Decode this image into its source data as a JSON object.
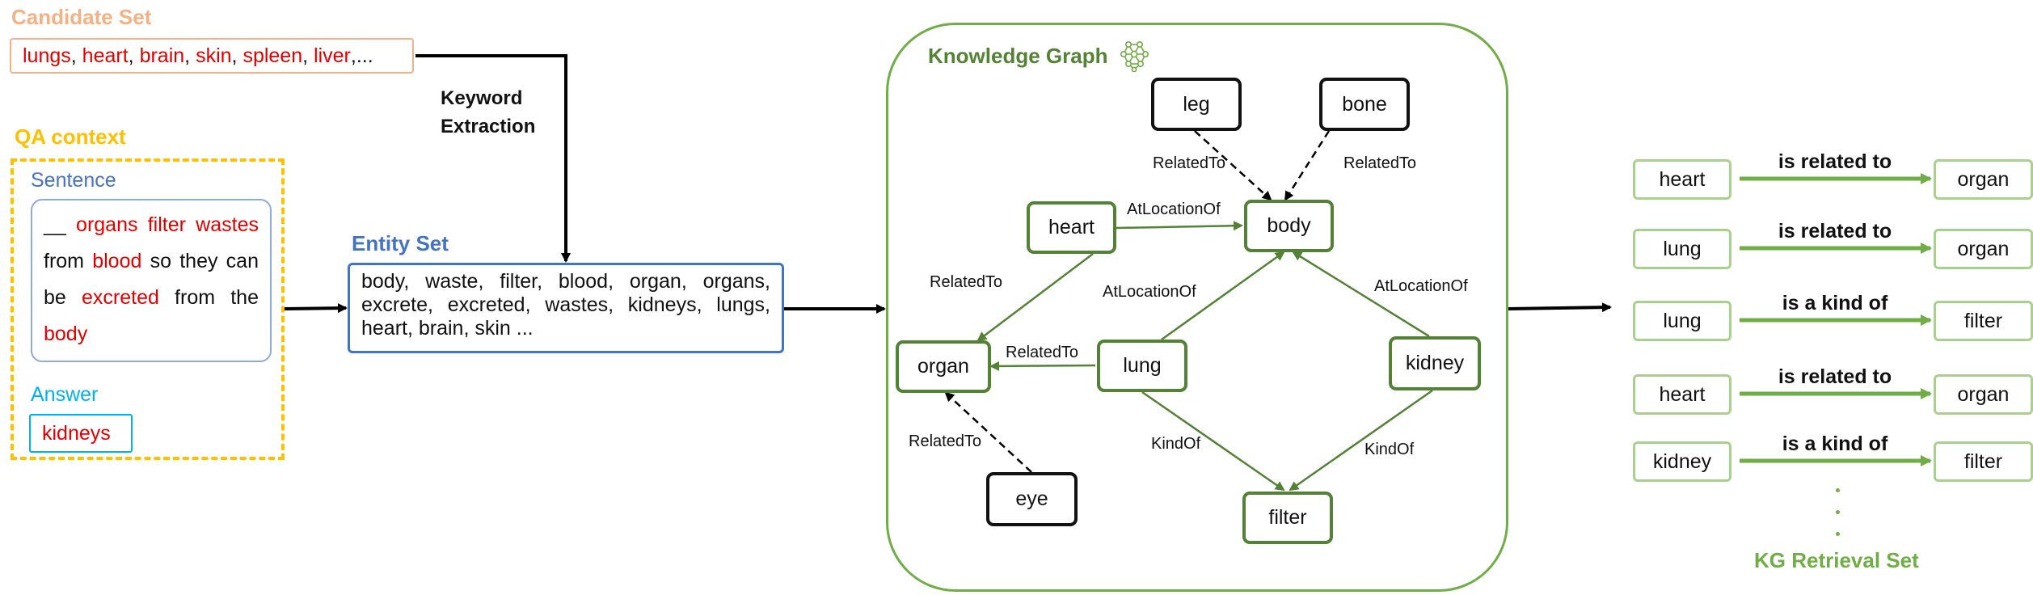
{
  "candidate_set": {
    "title": "Candidate Set",
    "items": [
      "lungs",
      "heart",
      "brain",
      "skin",
      "spleen",
      "liver"
    ],
    "ellipsis": "..."
  },
  "qa_context": {
    "title": "QA context",
    "sentence_title": "Sentence",
    "sentence_parts": [
      {
        "text": "__ ",
        "highlight": false
      },
      {
        "text": "organs filter wastes",
        "highlight": true
      },
      {
        "text": " from ",
        "highlight": false
      },
      {
        "text": "blood",
        "highlight": true
      },
      {
        "text": " so they can be ",
        "highlight": false
      },
      {
        "text": "excreted",
        "highlight": true
      },
      {
        "text": " from the ",
        "highlight": false
      },
      {
        "text": "body",
        "highlight": true
      }
    ],
    "answer_title": "Answer",
    "answer": "kidneys"
  },
  "keyword_extraction": {
    "line1": "Keyword",
    "line2": "Extraction"
  },
  "entity_set": {
    "title": "Entity Set",
    "text": "body, waste, filter, blood, organ, organs, excrete, excreted, wastes, kidneys, lungs, heart, brain, skin ..."
  },
  "knowledge_graph": {
    "title": "Knowledge Graph",
    "icon": "network-icon",
    "nodes": [
      {
        "id": "leg",
        "label": "leg",
        "style": "black"
      },
      {
        "id": "bone",
        "label": "bone",
        "style": "black"
      },
      {
        "id": "heart",
        "label": "heart",
        "style": "green"
      },
      {
        "id": "body",
        "label": "body",
        "style": "green"
      },
      {
        "id": "organ",
        "label": "organ",
        "style": "green"
      },
      {
        "id": "lung",
        "label": "lung",
        "style": "green"
      },
      {
        "id": "kidney",
        "label": "kidney",
        "style": "green"
      },
      {
        "id": "eye",
        "label": "eye",
        "style": "black"
      },
      {
        "id": "filter",
        "label": "filter",
        "style": "green"
      }
    ],
    "edges": [
      {
        "from": "leg",
        "to": "body",
        "label": "RelatedTo",
        "style": "dashed"
      },
      {
        "from": "bone",
        "to": "body",
        "label": "RelatedTo",
        "style": "dashed"
      },
      {
        "from": "heart",
        "to": "body",
        "label": "AtLocationOf",
        "style": "solid"
      },
      {
        "from": "heart",
        "to": "organ",
        "label": "RelatedTo",
        "style": "solid"
      },
      {
        "from": "lung",
        "to": "body",
        "label": "AtLocationOf",
        "style": "solid"
      },
      {
        "from": "kidney",
        "to": "body",
        "label": "AtLocationOf",
        "style": "solid"
      },
      {
        "from": "lung",
        "to": "organ",
        "label": "RelatedTo",
        "style": "solid"
      },
      {
        "from": "eye",
        "to": "organ",
        "label": "RelatedTo",
        "style": "dashed"
      },
      {
        "from": "lung",
        "to": "filter",
        "label": "KindOf",
        "style": "solid"
      },
      {
        "from": "kidney",
        "to": "filter",
        "label": "KindOf",
        "style": "solid"
      }
    ]
  },
  "kg_retrieval_set": {
    "title": "KG Retrieval Set",
    "triples": [
      {
        "head": "heart",
        "relation": "is related to",
        "tail": "organ"
      },
      {
        "head": "lung",
        "relation": "is related to",
        "tail": "organ"
      },
      {
        "head": "lung",
        "relation": "is a kind of",
        "tail": "filter"
      },
      {
        "head": "heart",
        "relation": "is related to",
        "tail": "organ"
      },
      {
        "head": "kidney",
        "relation": "is a kind of",
        "tail": "filter"
      }
    ]
  },
  "colors": {
    "candidate": "#f4b183",
    "qa": "#ffc000",
    "sentence": "#4472c4",
    "answer": "#00b0f0",
    "highlight": "#e00000",
    "kg_green": "#538135",
    "kg_frame": "#70ad47",
    "retrieval": "#a9d18e"
  }
}
